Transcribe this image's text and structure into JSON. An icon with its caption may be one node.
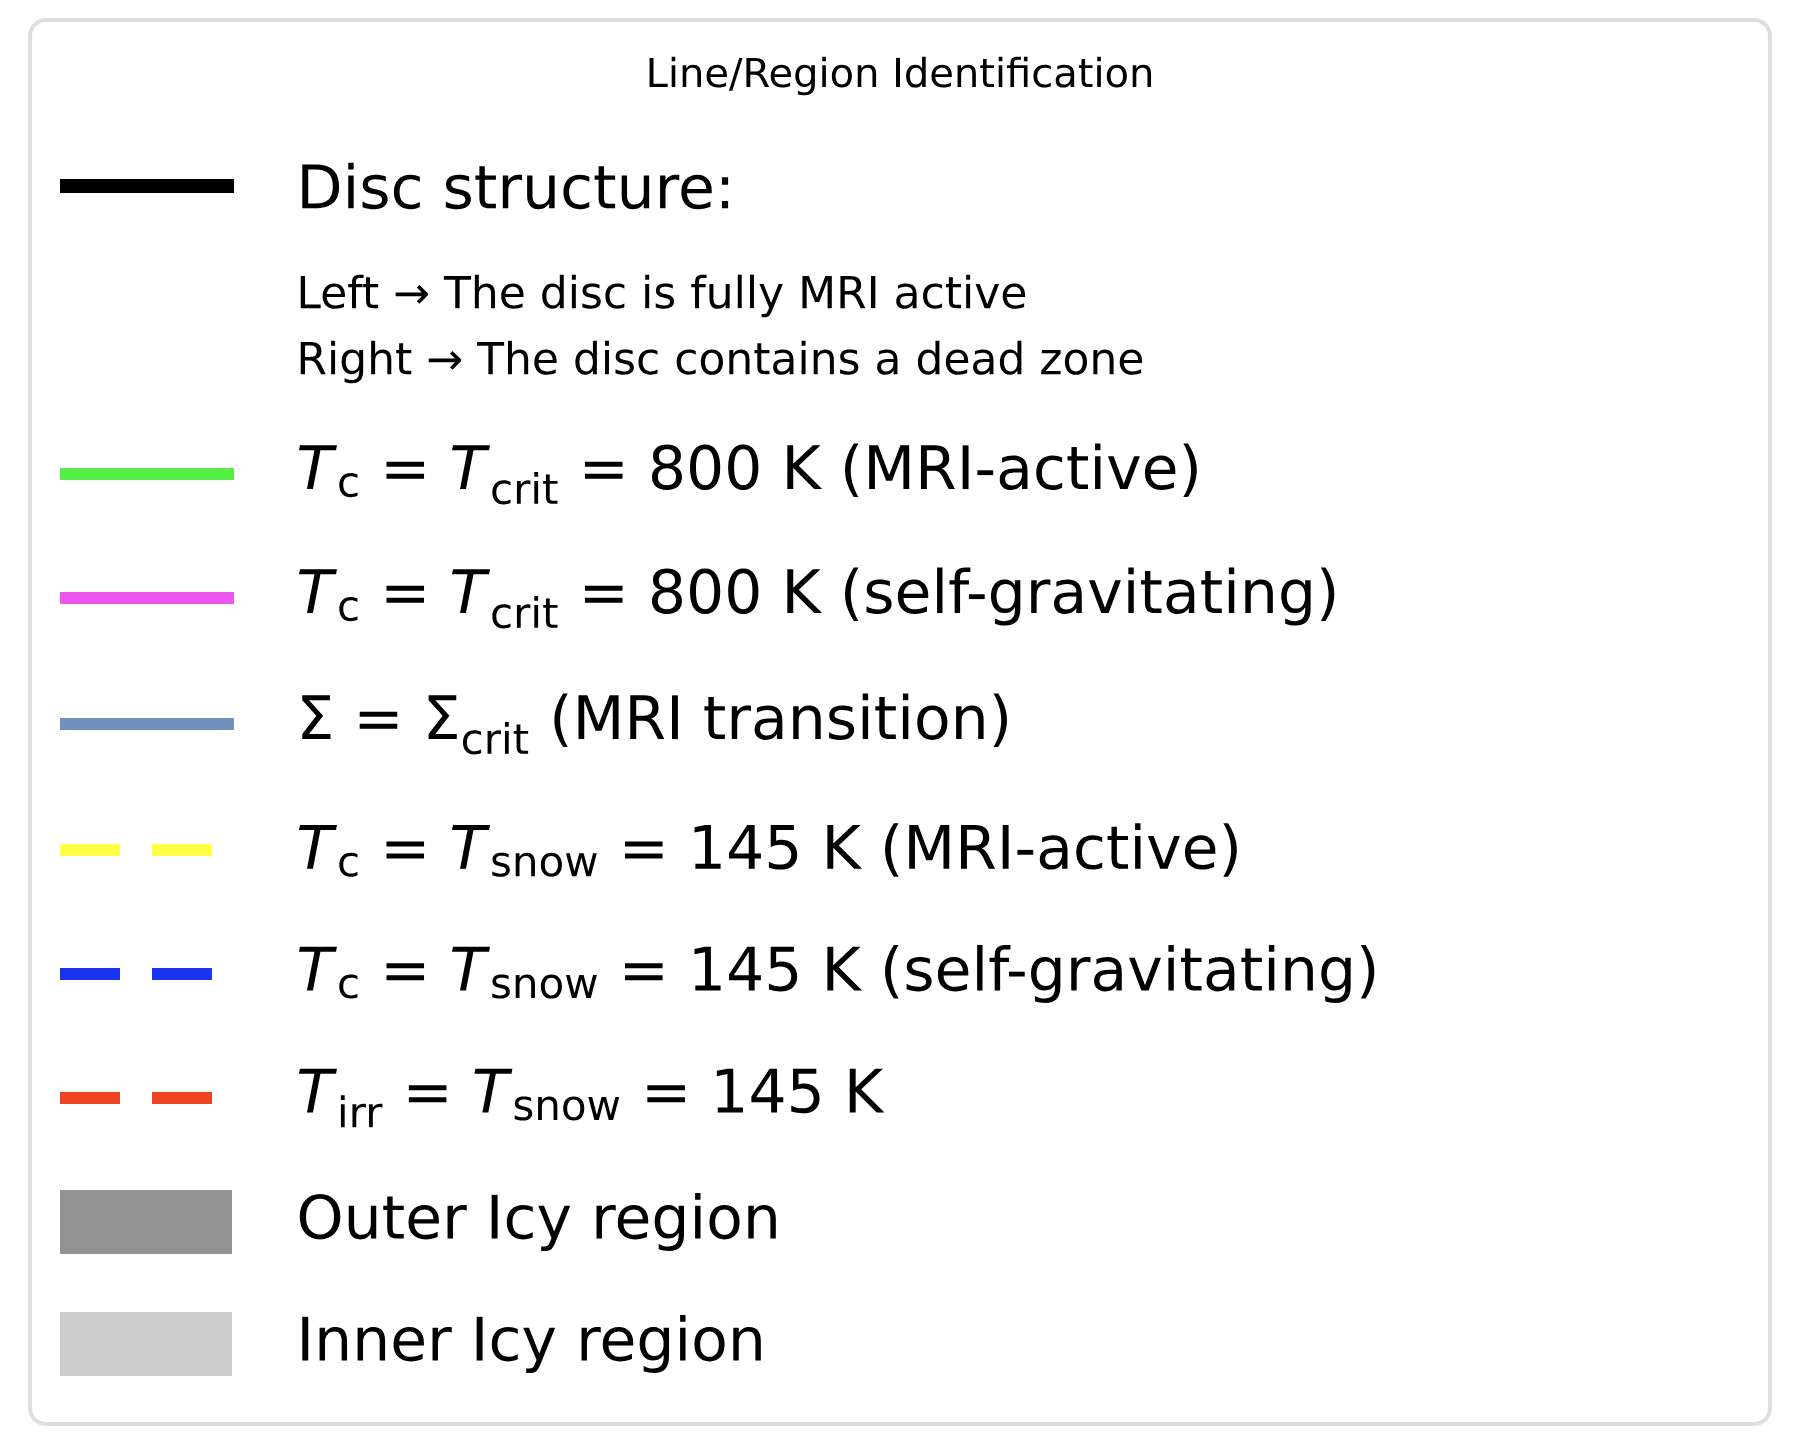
{
  "diagram": {
    "title": "Line/Region Identification",
    "labels": [
      "Left → The disc is fully MRI active",
      "Right → The disc contains a dead zone"
    ],
    "legend": [
      {
        "text": "Disc structure:"
      },
      {
        "text": "*T*$_{c}$ = *T*$_{crit}$ = 800 K (MRI-active)"
      },
      {
        "text": "*T*$_{c}$ = *T*$_{crit}$ = 800 K (self-gravitating)"
      },
      {
        "text": "Σ = Σ$_{crit}$ (MRI transition)"
      },
      {
        "text": "*T*$_{c}$ = *T*$_{snow}$ = 145 K (MRI-active)"
      },
      {
        "text": "*T*$_{c}$ = *T*$_{snow}$ = 145 K (self-gravitating)"
      },
      {
        "text": "*T*$_{irr}$ = *T*$_{snow}$ = 145 K"
      },
      {
        "text": "Outer Icy region",
        "color": "#939393"
      },
      {
        "text": "Inner Icy region",
        "color": "#cccccc"
      }
    ]
  }
}
